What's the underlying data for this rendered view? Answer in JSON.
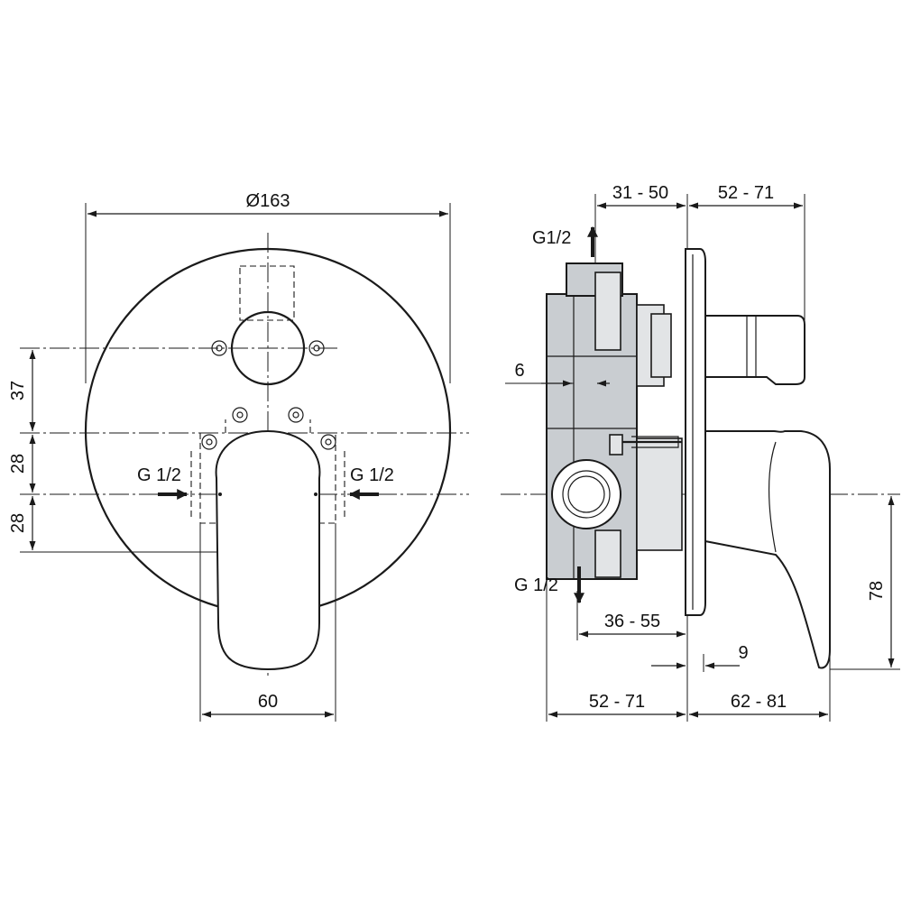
{
  "front_view": {
    "dim_diameter": "Ø163",
    "dim_37": "37",
    "dim_28_upper": "28",
    "dim_28_lower": "28",
    "dim_width": "60",
    "inlet_left": "G 1/2",
    "inlet_right": "G 1/2"
  },
  "side_view": {
    "dim_top_left": "31 - 50",
    "dim_top_right": "52 - 71",
    "outlet_top": "G1/2",
    "outlet_bottom": "G 1/2",
    "dim_6": "6",
    "dim_36_55": "36 - 55",
    "dim_9": "9",
    "dim_78": "78",
    "dim_bottom_left": "52 - 71",
    "dim_bottom_right": "62 - 81"
  }
}
